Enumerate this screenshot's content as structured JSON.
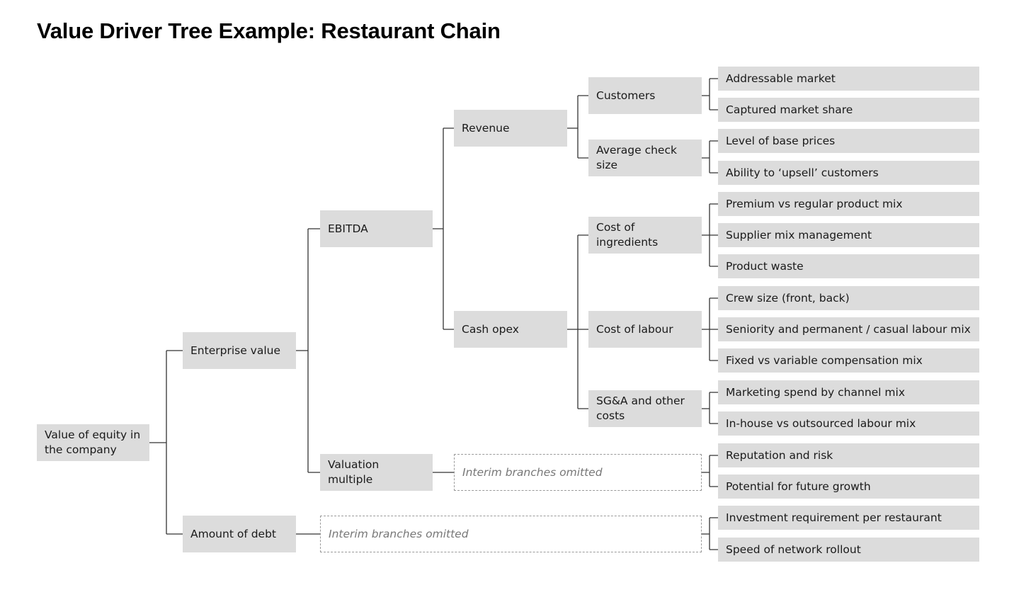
{
  "title": "Value Driver Tree Example: Restaurant Chain",
  "nodes": {
    "root": "Value of equity in the company",
    "enterprise_value": "Enterprise value",
    "amount_of_debt": "Amount of debt",
    "ebitda": "EBITDA",
    "valuation_multiple": "Valuation multiple",
    "revenue": "Revenue",
    "cash_opex": "Cash opex",
    "customers": "Customers",
    "average_check_size": "Average check size",
    "cost_of_ingredients": "Cost of ingredients",
    "cost_of_labour": "Cost of labour",
    "sga_other": "SG&A and other costs",
    "interim_multiple": "Interim branches omitted",
    "interim_debt": "Interim branches omitted"
  },
  "leaves": [
    "Addressable market",
    "Captured market share",
    "Level of base prices",
    "Ability to ‘upsell’ customers",
    "Premium vs regular product mix",
    "Supplier mix management",
    "Product waste",
    "Crew size (front, back)",
    "Seniority and permanent / casual labour mix",
    "Fixed vs variable compensation mix",
    "Marketing spend by channel mix",
    "In-house vs outsourced labour mix",
    "Reputation and risk",
    "Potential for future growth",
    "Investment requirement per restaurant",
    "Speed of network rollout"
  ]
}
